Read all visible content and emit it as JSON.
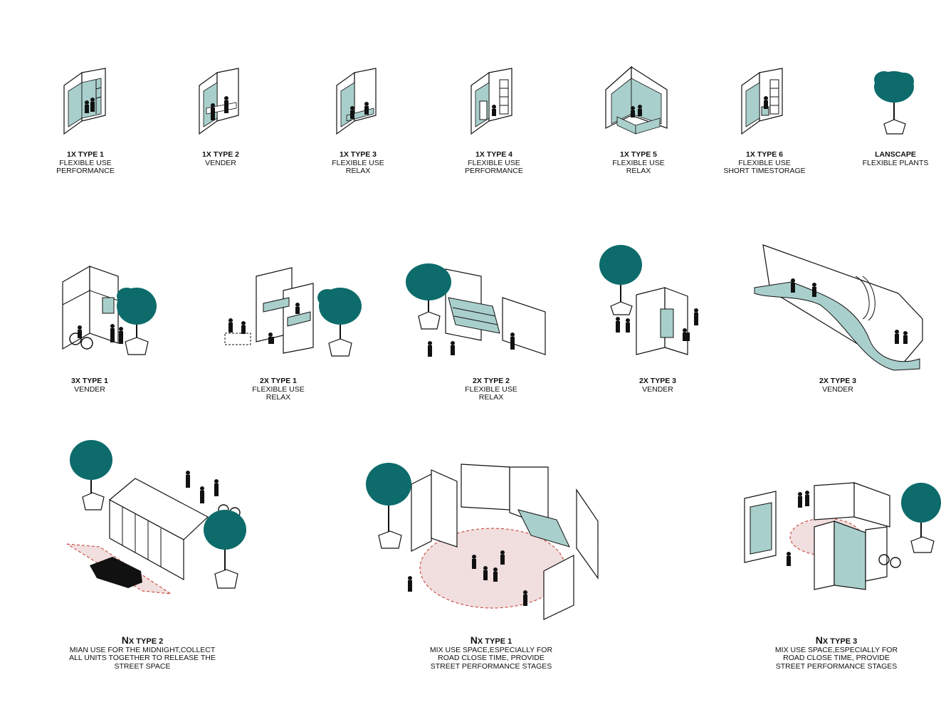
{
  "colors": {
    "teal": "#0d6b6b",
    "tealLight": "#a9cfcc",
    "pink": "#f1dede",
    "dash": "#c0392b",
    "ink": "#111111"
  },
  "row1": [
    {
      "title": "1X TYPE 1",
      "lines": [
        "FLEXIBLE USE",
        "PERFORMANCE"
      ],
      "icon": "unit-type1-icon"
    },
    {
      "title": "1X TYPE 2",
      "lines": [
        "VENDER"
      ],
      "icon": "unit-type2-icon"
    },
    {
      "title": "1X TYPE 3",
      "lines": [
        "FLEXIBLE USE",
        "RELAX"
      ],
      "icon": "unit-type3-icon"
    },
    {
      "title": "1X TYPE 4",
      "lines": [
        "FLEXIBLE USE",
        "PERFORMANCE"
      ],
      "icon": "unit-type4-icon"
    },
    {
      "title": "1X TYPE 5",
      "lines": [
        "FLEXIBLE USE",
        "RELAX"
      ],
      "icon": "unit-type5-icon"
    },
    {
      "title": "1X TYPE 6",
      "lines": [
        "FLEXIBLE USE",
        "SHORT TIMESTORAGE"
      ],
      "icon": "unit-type6-icon"
    },
    {
      "title": "LANSCAPE",
      "lines": [
        "FLEXIBLE PLANTS"
      ],
      "icon": "tree-planter-icon"
    }
  ],
  "row2": [
    {
      "title": "3X TYPE 1",
      "lines": [
        "VENDER"
      ],
      "icon": "cluster-3x-type1-icon"
    },
    {
      "title": "2X TYPE 1",
      "lines": [
        "FLEXIBLE USE",
        "RELAX"
      ],
      "icon": "cluster-2x-type1-icon"
    },
    {
      "title": "2X TYPE 2",
      "lines": [
        "FLEXIBLE USE",
        "RELAX"
      ],
      "icon": "cluster-2x-type2-icon"
    },
    {
      "title": "2X TYPE 3",
      "lines": [
        "VENDER"
      ],
      "icon": "cluster-2x-type3-icon"
    },
    {
      "title": "2X TYPE 3",
      "lines": [
        "VENDER"
      ],
      "icon": "wave-canopy-icon"
    }
  ],
  "row3": [
    {
      "prefix": "N",
      "suffix": "X TYPE 2",
      "lines": [
        "MIAN USE FOR THE MIDNIGHT,COLLECT",
        "ALL UNITS TOGETHER TO RELEASE THE",
        "STREET SPACE"
      ],
      "icon": "night-collect-icon"
    },
    {
      "prefix": "N",
      "suffix": "X TYPE 1",
      "lines": [
        "MIX USE SPACE,ESPECIALLY FOR",
        "ROAD CLOSE TIME, PROVIDE",
        "STREET PERFORMANCE STAGES"
      ],
      "icon": "performance-ring-icon"
    },
    {
      "prefix": "N",
      "suffix": "X TYPE 3",
      "lines": [
        "MIX USE SPACE,ESPECIALLY FOR",
        "ROAD CLOSE TIME, PROVIDE",
        "STREET PERFORMANCE STAGES"
      ],
      "icon": "mixed-street-icon"
    }
  ]
}
